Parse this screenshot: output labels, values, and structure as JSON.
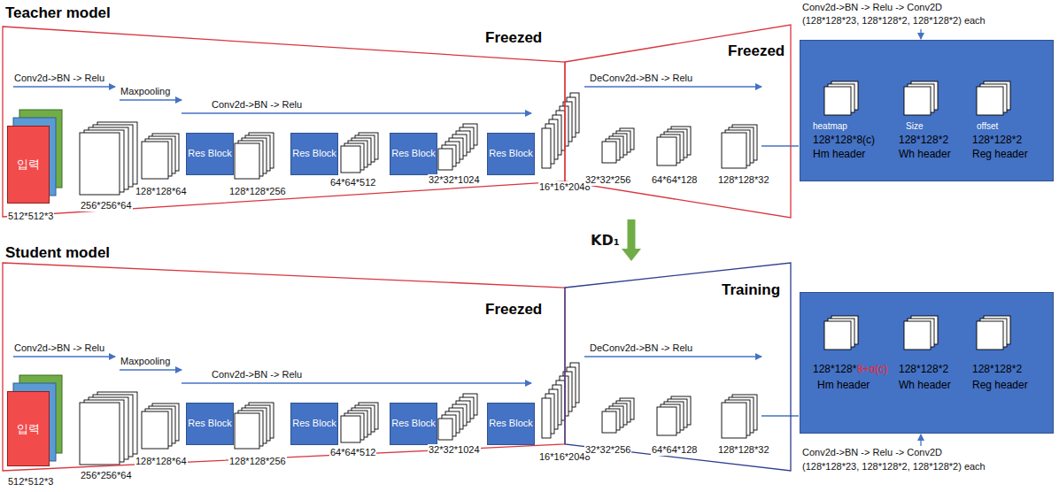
{
  "diagram": {
    "nodes": [
      {
        "text": [
          "Freezed"
        ]
      },
      {
        "text": [
          "입력"
        ],
        "in": 0
      },
      {
        "text": [
          "Res Block"
        ],
        "in": 0
      },
      {
        "text": [
          "Res Block"
        ],
        "in": 0
      },
      {
        "text": [
          "Res Block"
        ],
        "in": 0
      },
      {
        "text": [
          "Res Block"
        ],
        "in": 0
      },
      {
        "text": [
          "Freezed"
        ]
      },
      {
        "text": [
          "heatmap",
          "128*128*8(c)",
          "Hm header",
          "Size",
          "128*128*2",
          "Wh header",
          "offset",
          "128*128*2",
          "Reg header"
        ]
      },
      {
        "text": [
          "Freezed"
        ]
      },
      {
        "text": [
          "입력"
        ],
        "in": 8
      },
      {
        "text": [
          "Res Block"
        ],
        "in": 8
      },
      {
        "text": [
          "Res Block"
        ],
        "in": 8
      },
      {
        "text": [
          "Res Block"
        ],
        "in": 8
      },
      {
        "text": [
          "Res Block"
        ],
        "in": 8
      },
      {
        "text": [
          "Training"
        ]
      },
      {
        "text": [
          "128*128*",
          "8+α(c)",
          "Hm header",
          "128*128*2",
          "Wh header",
          "128*128*2",
          "Reg header"
        ]
      }
    ],
    "edges": [
      {
        "from": 6,
        "to": 14,
        "arrow": "to",
        "label": "KD₁"
      }
    ],
    "labels": [
      "Teacher model",
      "Conv2d->BN -> Relu",
      "Maxpooling",
      "Conv2d->BN -> Relu",
      "512*512*3",
      "256*256*64",
      "128*128*64",
      "128*128*256",
      "64*64*512",
      "32*32*1024",
      "16*16*2048",
      "DeConv2d->BN -> Relu",
      "32*32*256",
      "64*64*128",
      "128*128*32",
      "Conv2d->BN -> Relu -> Conv2D",
      "(128*128*23, 128*128*2, 128*128*2) each",
      "Student model",
      "Conv2d->BN -> Relu",
      "Maxpooling",
      "Conv2d->BN -> Relu",
      "512*512*3",
      "256*256*64",
      "128*128*64",
      "128*128*256",
      "64*64*512",
      "32*32*1024",
      "16*16*2048",
      "DeConv2d->BN -> Relu",
      "32*32*256",
      "64*64*128",
      "128*128*32",
      "Conv2d->BN -> Relu -> Conv2D",
      "(128*128*23, 128*128*2, 128*128*2) each"
    ]
  }
}
